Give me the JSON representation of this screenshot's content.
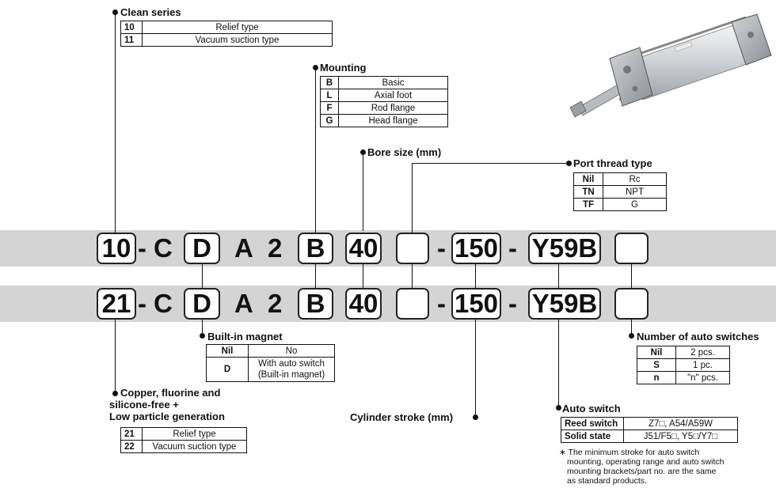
{
  "clean_series": {
    "title": "Clean series",
    "rows": [
      {
        "code": "10",
        "desc": "Relief type"
      },
      {
        "code": "11",
        "desc": "Vacuum suction type"
      }
    ]
  },
  "mounting": {
    "title": "Mounting",
    "rows": [
      {
        "code": "B",
        "desc": "Basic"
      },
      {
        "code": "L",
        "desc": "Axial foot"
      },
      {
        "code": "F",
        "desc": "Rod flange"
      },
      {
        "code": "G",
        "desc": "Head flange"
      }
    ]
  },
  "bore_size": {
    "title": "Bore size (mm)"
  },
  "port_thread": {
    "title": "Port thread type",
    "rows": [
      {
        "code": "Nil",
        "desc": "Rc"
      },
      {
        "code": "TN",
        "desc": "NPT"
      },
      {
        "code": "TF",
        "desc": "G"
      }
    ]
  },
  "row1": {
    "prefix": "10",
    "dash1": "-",
    "c": "C",
    "d": "D",
    "a": "A",
    "two": "2",
    "mount": "B",
    "bore": "40",
    "dash2": "-",
    "stroke": "150",
    "dash3": "-",
    "sw": "Y59B"
  },
  "row2": {
    "prefix": "21",
    "dash1": "-",
    "c": "C",
    "d": "D",
    "a": "A",
    "two": "2",
    "mount": "B",
    "bore": "40",
    "dash2": "-",
    "stroke": "150",
    "dash3": "-",
    "sw": "Y59B"
  },
  "magnet": {
    "title": "Built-in magnet",
    "rows": [
      {
        "code": "Nil",
        "desc": "No"
      },
      {
        "code": "D",
        "desc": "With auto switch",
        "desc2": "(Built-in magnet)"
      }
    ]
  },
  "num_switches": {
    "title": "Number of auto switches",
    "rows": [
      {
        "code": "Nil",
        "desc": "2 pcs."
      },
      {
        "code": "S",
        "desc": "1 pc."
      },
      {
        "code": "n",
        "desc": "\"n\" pcs."
      }
    ]
  },
  "copper": {
    "title_line1": "Copper, fluorine and",
    "title_line2": "silicone-free +",
    "title_line3": "Low particle generation",
    "rows": [
      {
        "code": "21",
        "desc": "Relief type"
      },
      {
        "code": "22",
        "desc": "Vacuum suction type"
      }
    ]
  },
  "stroke": {
    "title": "Cylinder stroke (mm)"
  },
  "auto_switch": {
    "title": "Auto switch",
    "rows": [
      {
        "code": "Reed switch",
        "desc": "Z7□, A54/A59W"
      },
      {
        "code": "Solid state",
        "desc": "J51/F5□, Y5□/Y7□"
      }
    ],
    "note_line1": "∗ The minimum stroke for auto switch",
    "note_line2": "mounting, operating range and auto switch",
    "note_line3": "mounting brackets/part no. are the same",
    "note_line4": "as standard products."
  }
}
